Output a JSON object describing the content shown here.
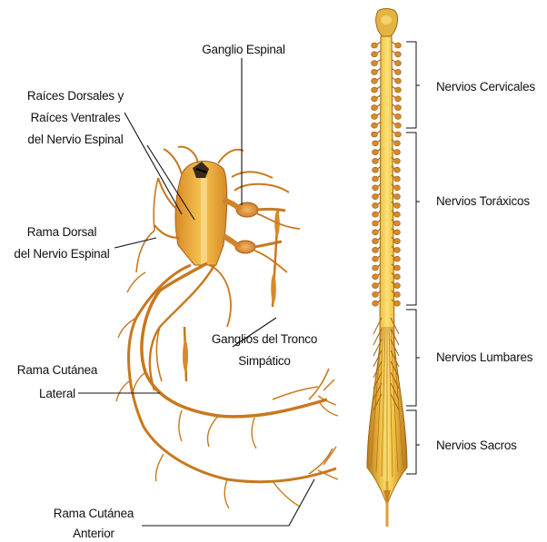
{
  "labels": {
    "ganglio_espinal": "Ganglio Espinal",
    "raices_1": "Raíces Dorsales y",
    "raices_2": "Raíces Ventrales",
    "raices_3": "del Nervio Espinal",
    "rama_dorsal_1": "Rama Dorsal",
    "rama_dorsal_2": "del Nervio Espinal",
    "ganglios_1": "Ganglios del Tronco",
    "ganglios_2": "Simpático",
    "cutanea_lateral_1": "Rama Cutánea",
    "cutanea_lateral_2": "Lateral",
    "cutanea_anterior_1": "Rama Cutánea",
    "cutanea_anterior_2": "Anterior",
    "cervicales": "Nervios Cervicales",
    "toraxicos": "Nervios Toráxicos",
    "lumbares": "Nervios Lumbares",
    "sacros": "Nervios Sacros"
  },
  "colors": {
    "nerve": "#c8781e",
    "nerve_light": "#e8a74a",
    "cord": "#e9b93a",
    "cord_dark": "#b4761c",
    "leader": "#111111"
  }
}
